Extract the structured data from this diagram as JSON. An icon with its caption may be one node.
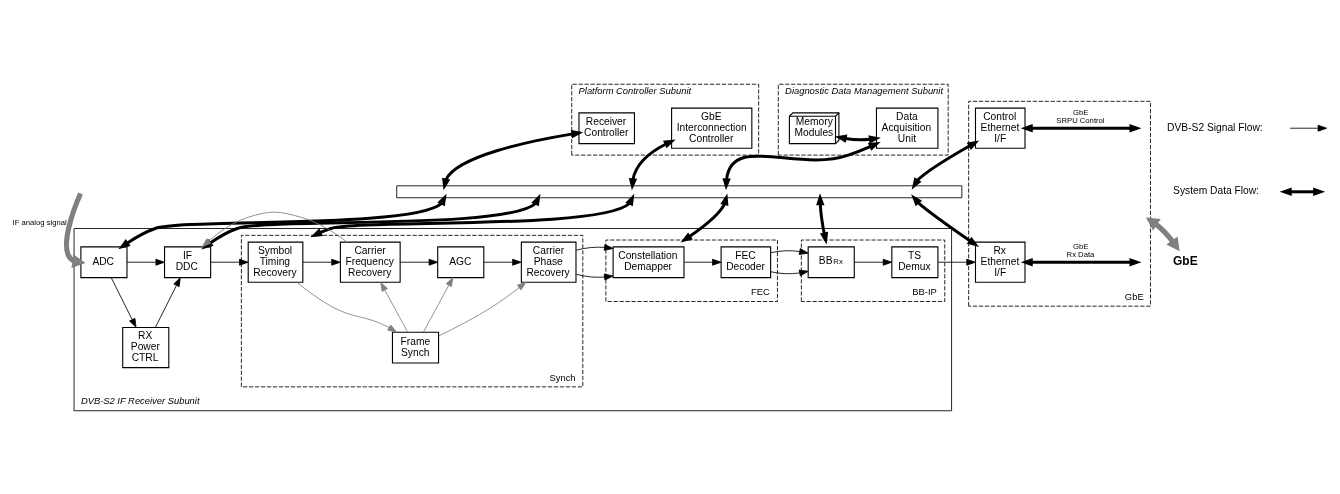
{
  "diagram": {
    "nodes": [
      {
        "text": [
          "Platform Controller Subunit"
        ]
      },
      {
        "text": [
          "Receiver Controller"
        ],
        "in": 0
      },
      {
        "text": [
          "GbE Interconnection Controller"
        ],
        "in": 0
      },
      {
        "text": [
          "Diagnostic Data Management Subunit"
        ]
      },
      {
        "text": [
          "Memory Modules"
        ],
        "in": 3
      },
      {
        "text": [
          "Data Acquisition Unit"
        ],
        "in": 3
      },
      {
        "text": [
          "GbE"
        ]
      },
      {
        "text": [
          "Control Ethernet I/F"
        ],
        "in": 6
      },
      {
        "text": [
          "Rx Ethernet I/F"
        ],
        "in": 6
      },
      {
        "text": [],
        "shape": "bar"
      },
      {
        "text": [
          "DVB-S2 IF Receiver Subunit"
        ]
      },
      {
        "text": [
          "ADC"
        ],
        "in": 10
      },
      {
        "text": [
          "IF DDC"
        ],
        "in": 10
      },
      {
        "text": [
          "RX Power CTRL"
        ],
        "in": 10
      },
      {
        "text": [
          "Synch"
        ],
        "in": 10
      },
      {
        "text": [
          "Symbol Timing Recovery"
        ],
        "in": 14
      },
      {
        "text": [
          "Carrier Frequency Recovery"
        ],
        "in": 14
      },
      {
        "text": [
          "AGC"
        ],
        "in": 14
      },
      {
        "text": [
          "Carrier Phase Recovery"
        ],
        "in": 14
      },
      {
        "text": [
          "Frame Synch"
        ],
        "in": 14
      },
      {
        "text": [
          "FEC"
        ],
        "in": 10
      },
      {
        "text": [
          "Constellation Demapper"
        ],
        "in": 20
      },
      {
        "text": [
          "FEC Decoder"
        ],
        "in": 20
      },
      {
        "text": [
          "BB-IP"
        ],
        "in": 10
      },
      {
        "text": [
          "BB$_{Rx}$"
        ],
        "in": 23
      },
      {
        "text": [
          "TS Demux"
        ],
        "in": 23
      },
      {
        "text": [
          "GbE"
        ]
      }
    ],
    "edges": [
      {
        "from": 1,
        "to": 9,
        "arrow": "both",
        "style": "thick"
      },
      {
        "from": 2,
        "to": 9,
        "arrow": "both",
        "style": "thick"
      },
      {
        "from": 4,
        "to": 5,
        "arrow": "both",
        "style": "thick"
      },
      {
        "from": 5,
        "to": 9,
        "arrow": "both",
        "style": "thick"
      },
      {
        "from": 7,
        "to": 9,
        "arrow": "both",
        "style": "thick"
      },
      {
        "from": 7,
        "to": null,
        "arrow": "both",
        "style": "thick",
        "label": "GbE SRPU Control"
      },
      {
        "from": 9,
        "to": 11,
        "arrow": "both",
        "style": "thick"
      },
      {
        "from": 9,
        "to": 12,
        "arrow": "both",
        "style": "thick"
      },
      {
        "from": 9,
        "to": 14,
        "arrow": "both",
        "style": "thick"
      },
      {
        "from": 9,
        "to": 20,
        "arrow": "both",
        "style": "thick"
      },
      {
        "from": 9,
        "to": 23,
        "arrow": "both",
        "style": "thick"
      },
      {
        "from": 9,
        "to": 8,
        "arrow": "both",
        "style": "thick"
      },
      {
        "from": 8,
        "to": null,
        "arrow": "both",
        "style": "thick",
        "label": "GbE Rx Data"
      },
      {
        "from": 6,
        "to": 26,
        "arrow": "both",
        "style": "thick",
        "color": "#808080"
      },
      {
        "from": null,
        "to": 11,
        "arrow": "to",
        "style": "thick",
        "color": "#808080",
        "label": "IF analog signal"
      },
      {
        "from": 11,
        "to": 12,
        "arrow": "to"
      },
      {
        "from": 11,
        "to": 13,
        "arrow": "to"
      },
      {
        "from": 13,
        "to": 12,
        "arrow": "to"
      },
      {
        "from": 12,
        "to": 15,
        "arrow": "to"
      },
      {
        "from": 15,
        "to": 16,
        "arrow": "to"
      },
      {
        "from": 16,
        "to": 17,
        "arrow": "to"
      },
      {
        "from": 17,
        "to": 18,
        "arrow": "to"
      },
      {
        "from": 18,
        "to": 21,
        "arrow": "to"
      },
      {
        "from": 21,
        "to": 22,
        "arrow": "to"
      },
      {
        "from": 22,
        "to": 24,
        "arrow": "to"
      },
      {
        "from": 24,
        "to": 25,
        "arrow": "to"
      },
      {
        "from": 25,
        "to": 8,
        "arrow": "to"
      },
      {
        "from": 16,
        "to": 12,
        "arrow": "to",
        "color": "#808080"
      },
      {
        "from": 15,
        "to": 19,
        "arrow": "to",
        "color": "#808080"
      },
      {
        "from": 19,
        "to": 16,
        "arrow": "to",
        "color": "#808080"
      },
      {
        "from": 19,
        "to": 17,
        "arrow": "to",
        "color": "#808080"
      },
      {
        "from": 19,
        "to": 18,
        "arrow": "to",
        "color": "#808080"
      }
    ],
    "legend": [
      {
        "text": "DVB-S2 Signal Flow:"
      },
      {
        "text": "System Data Flow:"
      }
    ]
  }
}
